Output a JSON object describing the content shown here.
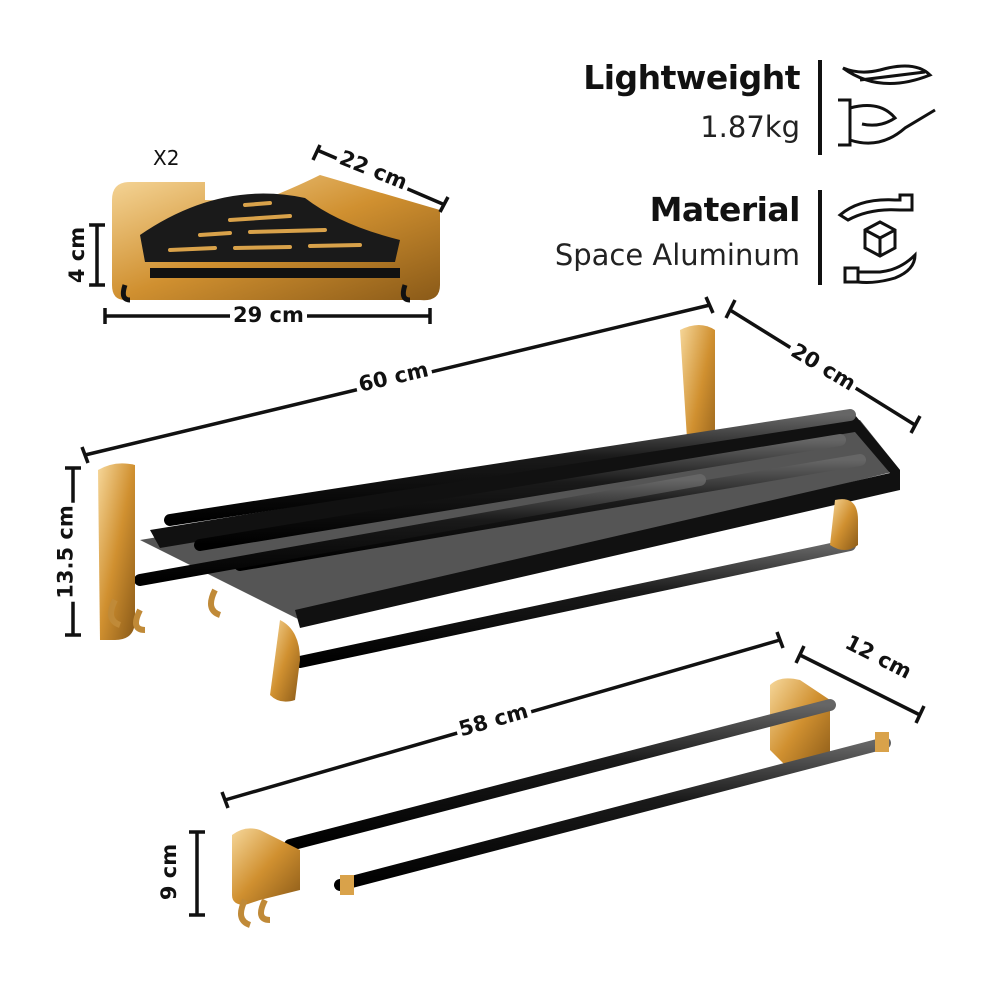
{
  "features": [
    {
      "title": "Lightweight",
      "value": "1.87kg",
      "icon": "feather-on-hand-icon"
    },
    {
      "title": "Material",
      "value": "Space Aluminum",
      "icon": "box-between-hands-icon"
    }
  ],
  "corner_shelf": {
    "quantity": "X2",
    "depth": "22 cm",
    "height": "4 cm",
    "width": "29 cm"
  },
  "towel_rack": {
    "width": "60 cm",
    "depth": "20 cm",
    "height": "13.5 cm"
  },
  "towel_bar": {
    "width": "58 cm",
    "depth": "12 cm",
    "height": "9 cm"
  },
  "colors": {
    "gold": "#d9a24a",
    "black": "#1c1c1c",
    "ink": "#111111"
  }
}
